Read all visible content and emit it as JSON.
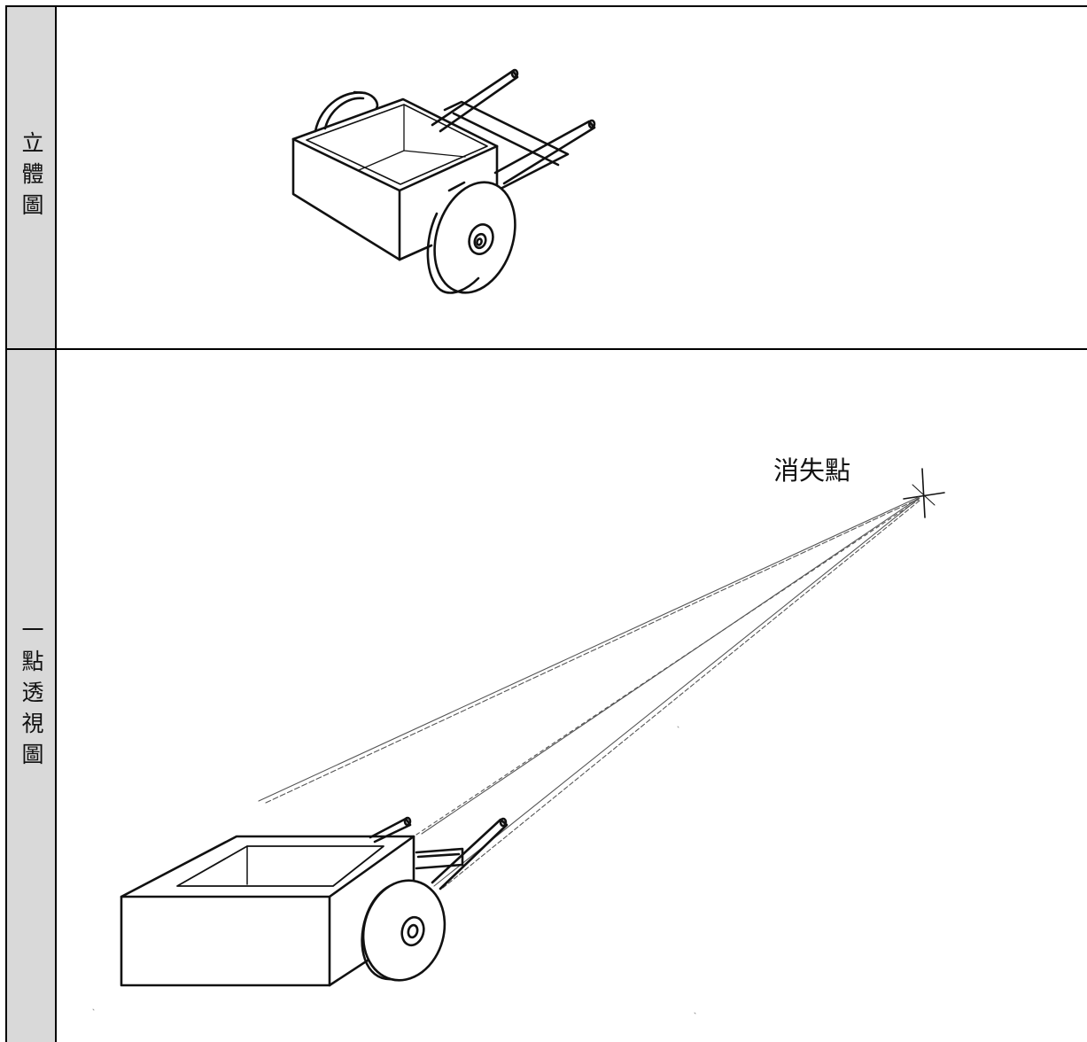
{
  "rows": [
    {
      "label": "立體圖"
    },
    {
      "label": "一點透視圖"
    }
  ],
  "annotations": {
    "vanishing_point_label": "消失點"
  }
}
